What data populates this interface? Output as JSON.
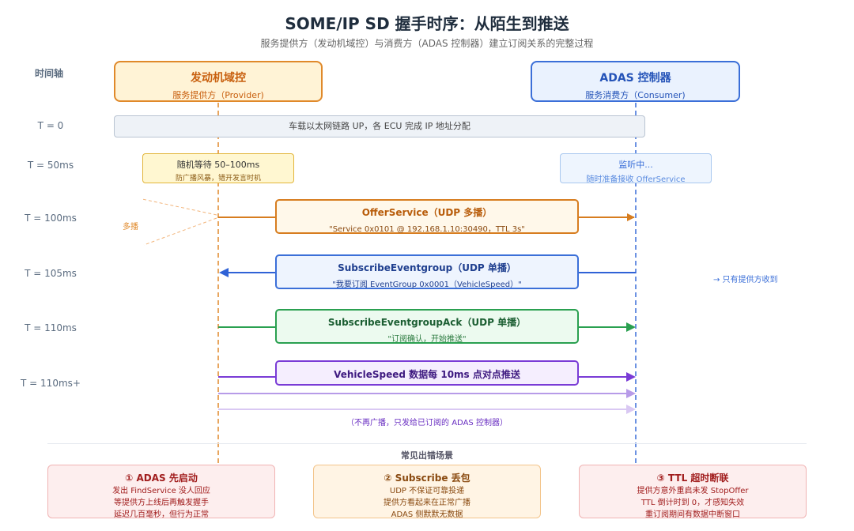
{
  "title": "SOME/IP SD 握手时序：从陌生到推送",
  "subtitle": "服务提供方（发动机域控）与消费方（ADAS 控制器）建立订阅关系的完整过程",
  "axis_label": "时间轴",
  "provider": {
    "name": "发动机域控",
    "role": "服务提供方（Provider)"
  },
  "consumer": {
    "name": "ADAS 控制器",
    "role": "服务消费方（Consumer)"
  },
  "timeline": {
    "t0": "T = 0",
    "t50": "T = 50ms",
    "t100": "T = 100ms",
    "t105": "T = 105ms",
    "t110": "T = 110ms",
    "t110plus": "T = 110ms+"
  },
  "t0_bar": "车载以太网链路 UP，各 ECU 完成 IP 地址分配",
  "wait": {
    "line1": "随机等待 50–100ms",
    "line2": "防广播风暴，错开发言时机"
  },
  "listen": {
    "line1": "监听中...",
    "line2": "随时准备接收 OfferService"
  },
  "multicast_label": "多播",
  "messages": {
    "offer": {
      "title": "OfferService（UDP 多播）",
      "detail": "\"Service 0x0101 @ 192.168.1.10:30490，TTL 3s\""
    },
    "subscribe": {
      "title": "SubscribeEventgroup（UDP 单播）",
      "detail": "\"我要订阅 EventGroup 0x0001（VehicleSpeed）\""
    },
    "ack": {
      "title": "SubscribeEventgroupAck（UDP 单播）",
      "detail": "\"订阅确认，开始推送\""
    },
    "speed": {
      "title": "VehicleSpeed 数据每 10ms 点对点推送"
    }
  },
  "only_provider_note": "→ 只有提供方收到",
  "no_broadcast_note": "（不再广播，只发给已订阅的 ADAS 控制器）",
  "error_header": "常见出错场景",
  "error_cards": {
    "c1": {
      "title": "① ADAS 先启动",
      "l1": "发出 FindService 没人回应",
      "l2": "等提供方上线后再触发握手",
      "l3": "延迟几百毫秒，但行为正常"
    },
    "c2": {
      "title": "② Subscribe 丢包",
      "l1": "UDP 不保证可靠投递",
      "l2": "提供方看起来在正常广播",
      "l3": "ADAS 侧默默无数据"
    },
    "c3": {
      "title": "③ TTL 超时断联",
      "l1": "提供方意外重启未发 StopOffer",
      "l2": "TTL 倒计时到 0，才感知失效",
      "l3": "重订阅期间有数据中断窗口"
    }
  },
  "colors": {
    "provider": "#e0892a",
    "consumer": "#3b6fd8",
    "offer": "#d77d1f",
    "subscribe": "#2f62d6",
    "ack": "#2aa050",
    "speed": "#7a3cd6"
  }
}
